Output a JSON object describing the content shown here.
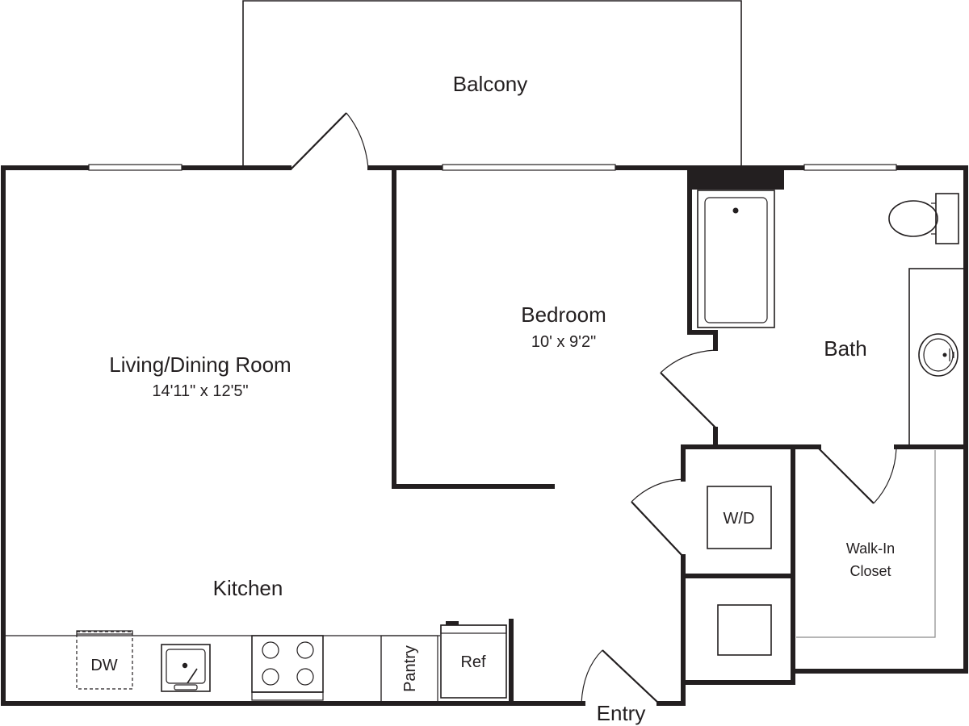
{
  "rooms": {
    "balcony": {
      "label": "Balcony"
    },
    "living": {
      "label": "Living/Dining Room",
      "dimensions": "14'11\" x 12'5\""
    },
    "bedroom": {
      "label": "Bedroom",
      "dimensions": "10' x 9'2\""
    },
    "bath": {
      "label": "Bath"
    },
    "kitchen": {
      "label": "Kitchen"
    },
    "closet": {
      "label_line1": "Walk-In",
      "label_line2": "Closet"
    },
    "entry": {
      "label": "Entry"
    }
  },
  "fixtures": {
    "dishwasher": "DW",
    "pantry": "Pantry",
    "refrigerator": "Ref",
    "washer_dryer": "W/D"
  },
  "colors": {
    "walls": "#231f20",
    "background": "#ffffff"
  }
}
